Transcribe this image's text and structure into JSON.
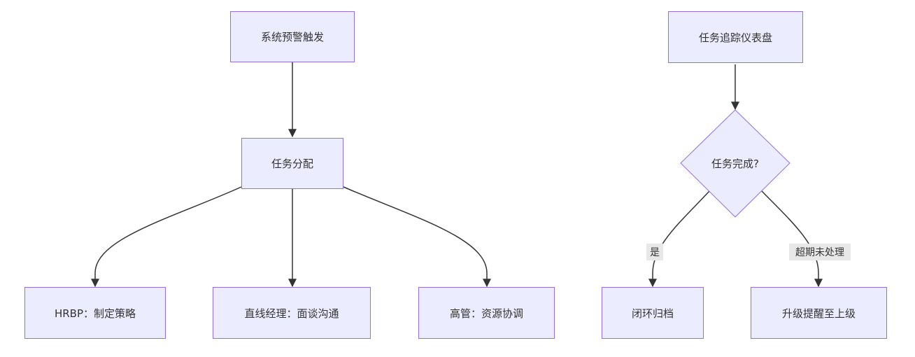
{
  "left_flow": {
    "trigger": "系统预警触发",
    "assign": "任务分配",
    "hrbp": "HRBP：制定策略",
    "line_manager": "直线经理：面谈沟通",
    "executive": "高管：资源协调"
  },
  "right_flow": {
    "dashboard": "任务追踪仪表盘",
    "decision": "任务完成?",
    "yes_label": "是",
    "overdue_label": "超期未处理",
    "archive": "闭环归档",
    "escalate": "升级提醒至上级"
  },
  "colors": {
    "node_fill": "#ECECFF",
    "node_border": "#9370DB",
    "edge": "#333333",
    "edge_label_bg": "#e8e8e8"
  }
}
